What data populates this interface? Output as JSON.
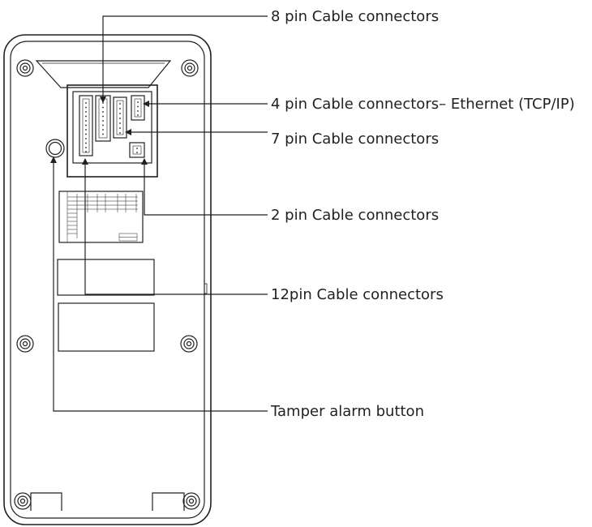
{
  "callouts": {
    "pin8": "8 pin Cable connectors",
    "pin4": "4 pin Cable connectors– Ethernet (TCP/IP)",
    "pin7": "7 pin Cable connectors",
    "pin2": "2 pin Cable connectors",
    "pin12": "12pin Cable connectors",
    "tamper": "Tamper alarm button"
  },
  "colors": {
    "line": "#231f20",
    "background": "#ffffff"
  }
}
